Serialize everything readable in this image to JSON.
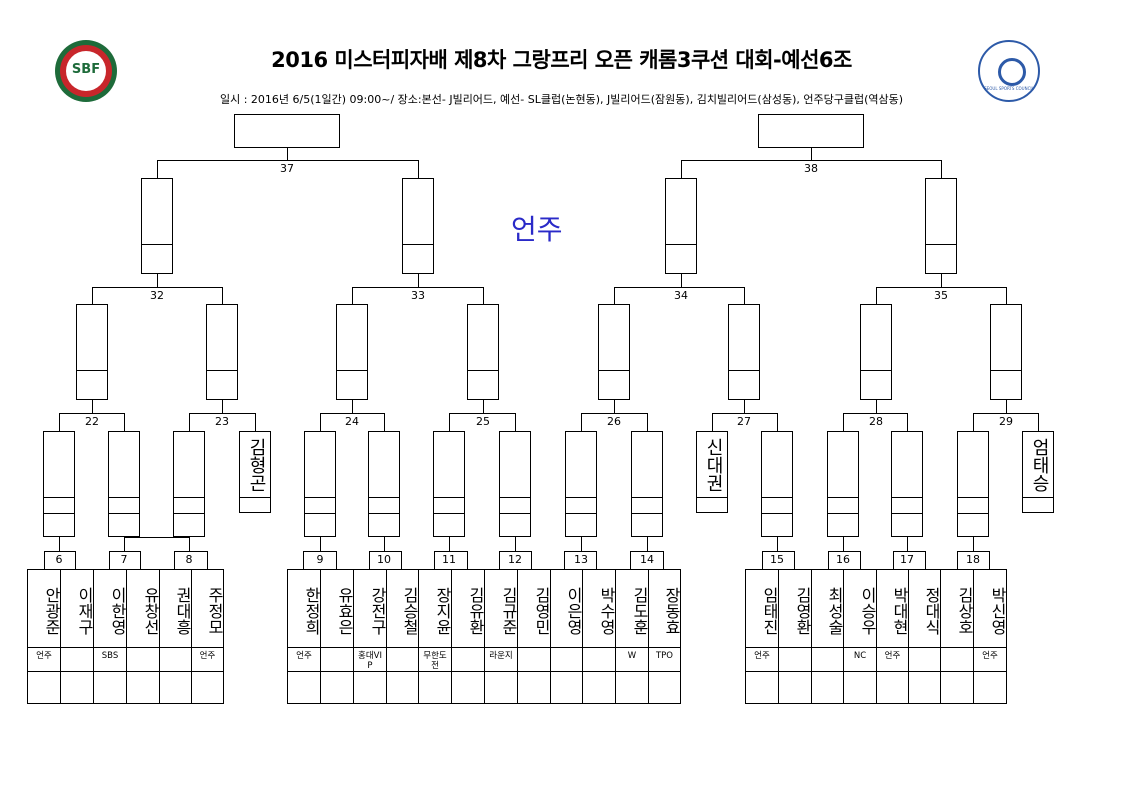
{
  "header": {
    "title": "2016 미스터피자배 제8차 그랑프리 오픈 캐롬3쿠션 대회-예선6조",
    "subtitle": "일시 : 2016년 6/5(1일간) 09:00~/ 장소:본선- J빌리어드, 예선- SL클럽(논현동), J빌리어드(잠원동), 김치빌리어드(삼성동), 언주당구클럽(역삼동)",
    "left_logo_text": "SBF",
    "right_logo_text": "SEOUL SPORTS COUNCIL"
  },
  "venue_label": "언주",
  "final_numbers": [
    "37",
    "38"
  ],
  "semi_numbers": [
    "32",
    "33",
    "34",
    "35"
  ],
  "quarter_numbers": [
    "22",
    "23",
    "24",
    "25",
    "26",
    "27",
    "28",
    "29"
  ],
  "round1_numbers": [
    "6",
    "7",
    "8",
    "9",
    "10",
    "11",
    "12",
    "13",
    "14",
    "15",
    "16",
    "17",
    "18"
  ],
  "byes": [
    "김형곤",
    "신대권",
    "엄태승"
  ],
  "players": [
    {
      "name": "안광준",
      "club": "언주"
    },
    {
      "name": "이재구",
      "club": ""
    },
    {
      "name": "이한영",
      "club": "SBS"
    },
    {
      "name": "유창선",
      "club": ""
    },
    {
      "name": "권대흥",
      "club": ""
    },
    {
      "name": "주정모",
      "club": "언주"
    },
    {
      "name": "한정희",
      "club": "언주"
    },
    {
      "name": "유효은",
      "club": ""
    },
    {
      "name": "강전구",
      "club": "홍대VIP"
    },
    {
      "name": "김승철",
      "club": ""
    },
    {
      "name": "장지윤",
      "club": "무한도전"
    },
    {
      "name": "김유환",
      "club": ""
    },
    {
      "name": "김규준",
      "club": "라운지"
    },
    {
      "name": "김영민",
      "club": ""
    },
    {
      "name": "이은영",
      "club": ""
    },
    {
      "name": "박수영",
      "club": ""
    },
    {
      "name": "김도훈",
      "club": "W"
    },
    {
      "name": "장동효",
      "club": "TPO"
    },
    {
      "name": "임태진",
      "club": "언주"
    },
    {
      "name": "김영환",
      "club": ""
    },
    {
      "name": "최성술",
      "club": ""
    },
    {
      "name": "이승우",
      "club": "NC"
    },
    {
      "name": "박대현",
      "club": "언주"
    },
    {
      "name": "정대식",
      "club": ""
    },
    {
      "name": "김상호",
      "club": ""
    },
    {
      "name": "박신영",
      "club": "언주"
    }
  ],
  "colors": {
    "venue": "#2a2ac8",
    "line": "#000000"
  }
}
